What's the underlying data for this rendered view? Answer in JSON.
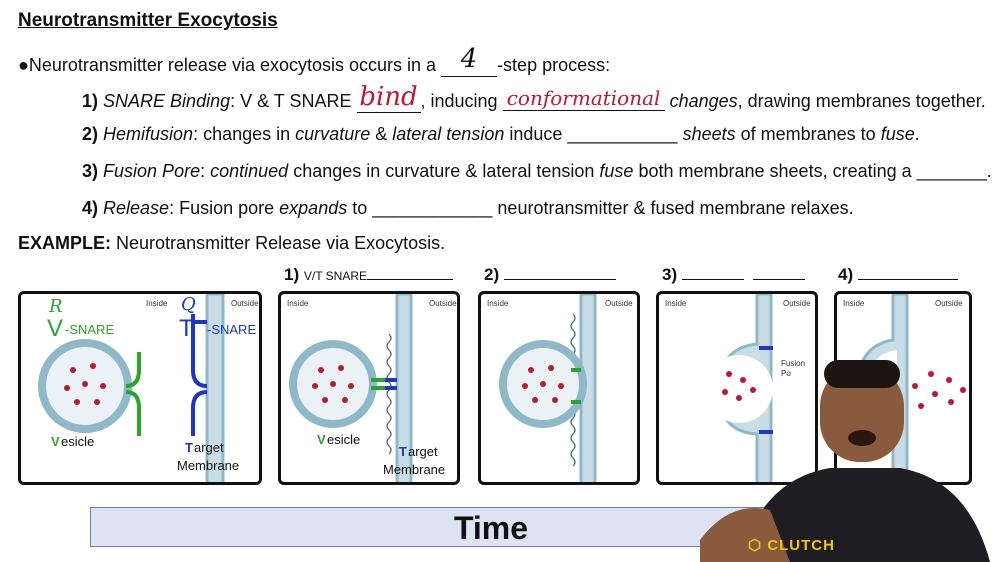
{
  "title": "Neurotransmitter Exocytosis",
  "intro": {
    "bullet": "●",
    "before": "Neurotransmitter release via exocytosis occurs in a",
    "answer": "4",
    "after": "-step process:"
  },
  "steps": [
    {
      "num": "1)",
      "name": "SNARE Binding",
      "text_a": ": V & T SNARE",
      "answer_a": "bind",
      "text_b": ", inducing",
      "answer_b": "conformational",
      "italic_c": "changes",
      "text_c": ", drawing membranes together."
    },
    {
      "num": "2)",
      "name": "Hemifusion",
      "text_a": ": changes in",
      "italic_a": "curvature",
      "text_b": "&",
      "italic_b": "lateral tension",
      "text_c": "induce",
      "blank": "___________",
      "italic_d": "sheets",
      "text_d": "of membranes to",
      "italic_e": "fuse",
      "text_e": "."
    },
    {
      "num": "3)",
      "name": "Fusion Pore",
      "text_a": ":",
      "italic_a": "continued",
      "text_b": "changes in curvature & lateral tension",
      "italic_b": "fuse",
      "text_c": "both membrane sheets, creating a",
      "blank": "_______",
      "text_d": "."
    },
    {
      "num": "4)",
      "name": "Release",
      "text_a": ": Fusion pore",
      "italic_a": "expands",
      "text_b": "to",
      "blank": "____________",
      "text_c": "neurotransmitter & fused membrane relaxes."
    }
  ],
  "example": {
    "label": "EXAMPLE:",
    "text": "Neurotransmitter Release via Exocytosis."
  },
  "panel_labels": [
    {
      "num": "1)",
      "text": "V/T SNARE"
    },
    {
      "num": "2)",
      "text": ""
    },
    {
      "num": "3)",
      "text": ""
    },
    {
      "num": "4)",
      "text": ""
    }
  ],
  "panel0": {
    "inside": "Inside",
    "outside": "Outside",
    "v_letter": "R",
    "t_letter": "Q",
    "v_snare": "V",
    "v_snare_suffix": "-SNARE",
    "t_snare": "T",
    "t_snare_suffix": "-SNARE",
    "vesicle_first": "V",
    "vesicle_rest": "esicle",
    "target_first": "T",
    "target_rest": "arget",
    "membrane": "Membrane"
  },
  "panel1": {
    "inside": "Inside",
    "outside": "Outside",
    "vesicle_first": "V",
    "vesicle_rest": "esicle",
    "target_first": "T",
    "target_rest": "arget",
    "membrane": "Membrane"
  },
  "panel2": {
    "inside": "Inside",
    "outside": "Outside"
  },
  "panel3": {
    "inside": "Inside",
    "outside": "Outside",
    "pore_a": "Fusion",
    "pore_b": "Po"
  },
  "panel4": {
    "inside": "Inside",
    "outside": "Outside"
  },
  "time_label": "Time",
  "logo": "CLUTCH",
  "colors": {
    "handwriting": "#c0182b",
    "v_snare": "#2aa52a",
    "t_snare": "#1f34c8",
    "vesicle_cargo": "#c0182b",
    "membrane": "#8fb8c8",
    "time_bar": "#dde3f2"
  }
}
